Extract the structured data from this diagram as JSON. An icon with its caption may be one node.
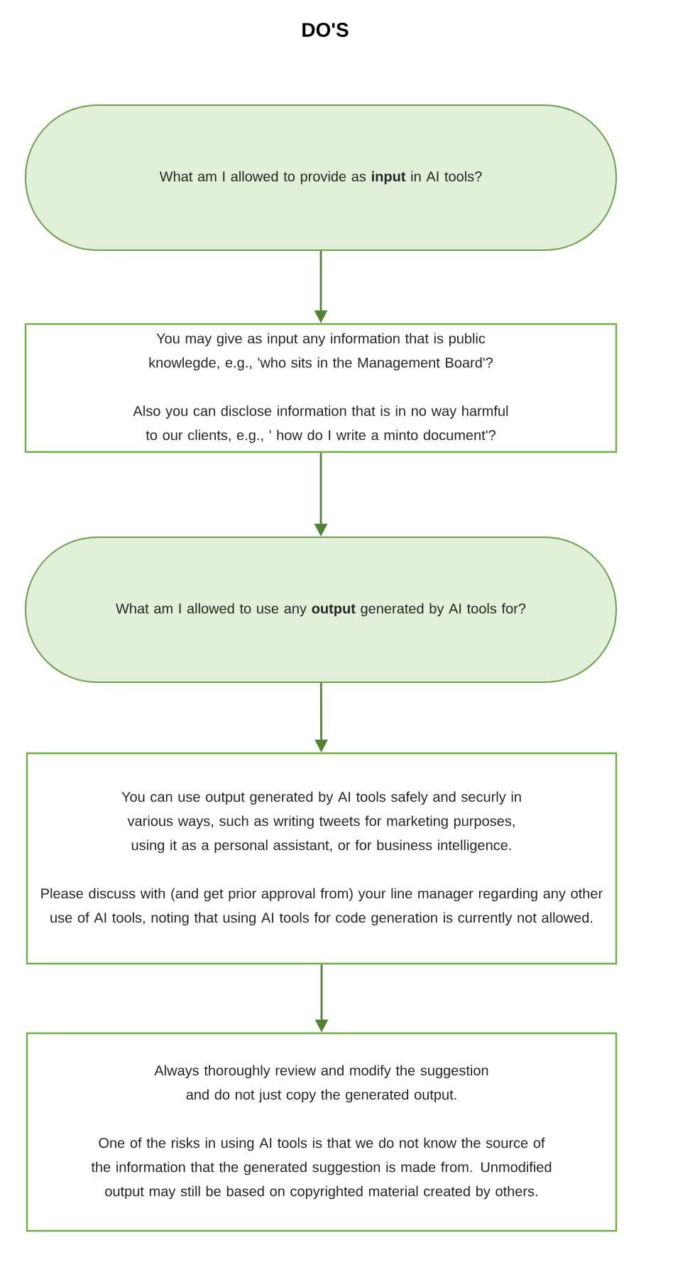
{
  "diagram": {
    "title": "DO'S",
    "nodes": [
      {
        "text": [
          "What am I allowed to provide as **input** in AI tools?"
        ]
      },
      {
        "text": [
          "You may give as input any information that is public knowlegde, e.g., 'who sits in the Management Board'?",
          "Also you can disclose information that is in no way harmful to our clients, e.g., ' how do I write a minto document'?"
        ]
      },
      {
        "text": [
          "What am I allowed to use any **output** generated by AI tools for?"
        ]
      },
      {
        "text": [
          "You can use output generated by AI tools safely and securly in various ways, such as writing tweets for marketing purposes, using it as a personal assistant, or for business intelligence.",
          "Please discuss with (and get prior approval from) your line manager regarding any other use of AI tools, noting that using AI tools for code generation is currently not allowed."
        ]
      },
      {
        "text": [
          "Always thoroughly review and modify the suggestion and do not just copy the generated output.",
          "One of the risks in using AI tools is that we do not know the source of the information that the generated suggestion is made from. Unmodified output may still be based on copyrighted material created by others."
        ]
      }
    ],
    "edges": [
      {
        "from": 0,
        "to": 1,
        "arrow": "to"
      },
      {
        "from": 1,
        "to": 2,
        "arrow": "to"
      },
      {
        "from": 2,
        "to": 3,
        "arrow": "to"
      },
      {
        "from": 3,
        "to": 4,
        "arrow": "to"
      }
    ]
  }
}
